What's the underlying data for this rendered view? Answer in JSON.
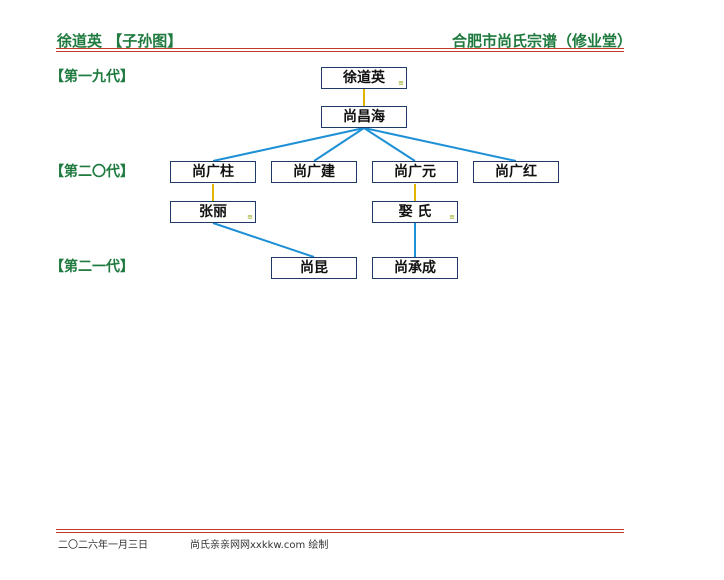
{
  "header": {
    "left_title": "徐道英 【子孙图】",
    "right_title": "合肥市尚氏宗谱（修业堂）"
  },
  "generations": [
    "【第一九代】",
    "【第二〇代】",
    "【第二一代】"
  ],
  "nodes": {
    "xudaoying": "徐道英",
    "shangchanghai": "尚昌海",
    "shangguangzhu": "尚广柱",
    "shangguangjian": "尚广建",
    "shangguangyuan": "尚广元",
    "shangguanghong": "尚广红",
    "zhangli": "张丽",
    "qushi": "娶 氏",
    "shangkun": "尚昆",
    "shangchengcheng": "尚承成"
  },
  "spouse_marker": "≡",
  "footer": {
    "date": "二〇二六年一月三日",
    "credit": "尚氏亲亲网网xxkkw.com 绘制"
  },
  "colors": {
    "title": "#1e7a3e",
    "rule": "#c0392b",
    "node_border": "#1f3a66",
    "link_parent": "#1e90d6",
    "link_spouse": "#e0b400"
  }
}
